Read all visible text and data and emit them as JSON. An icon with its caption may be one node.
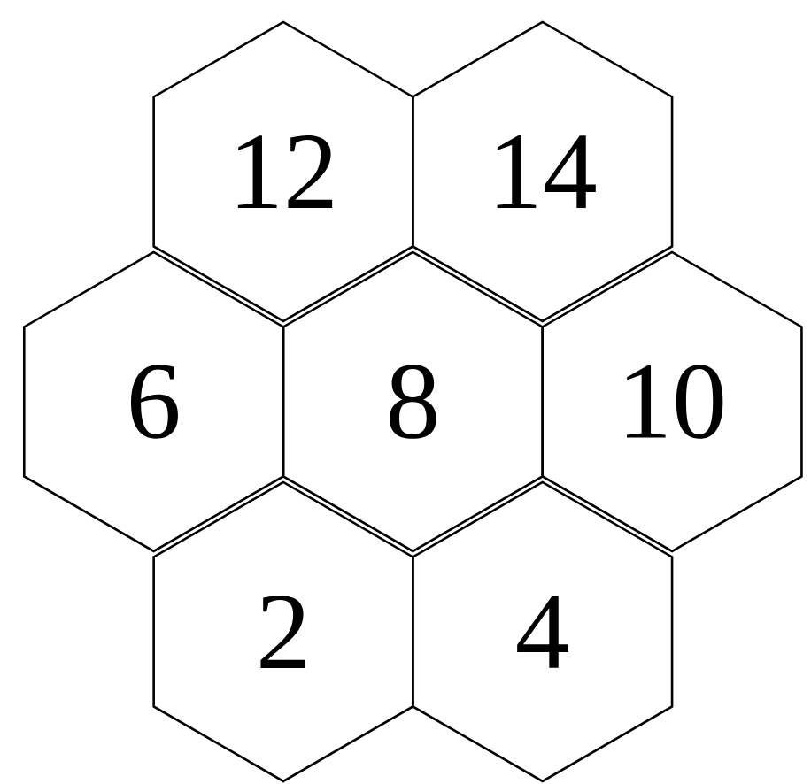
{
  "diagram": {
    "nodes": [
      {
        "text": [
          "12"
        ]
      },
      {
        "text": [
          "14"
        ]
      },
      {
        "text": [
          "6"
        ]
      },
      {
        "text": [
          "8"
        ]
      },
      {
        "text": [
          "10"
        ]
      },
      {
        "text": [
          "2"
        ]
      },
      {
        "text": [
          "4"
        ]
      }
    ]
  }
}
